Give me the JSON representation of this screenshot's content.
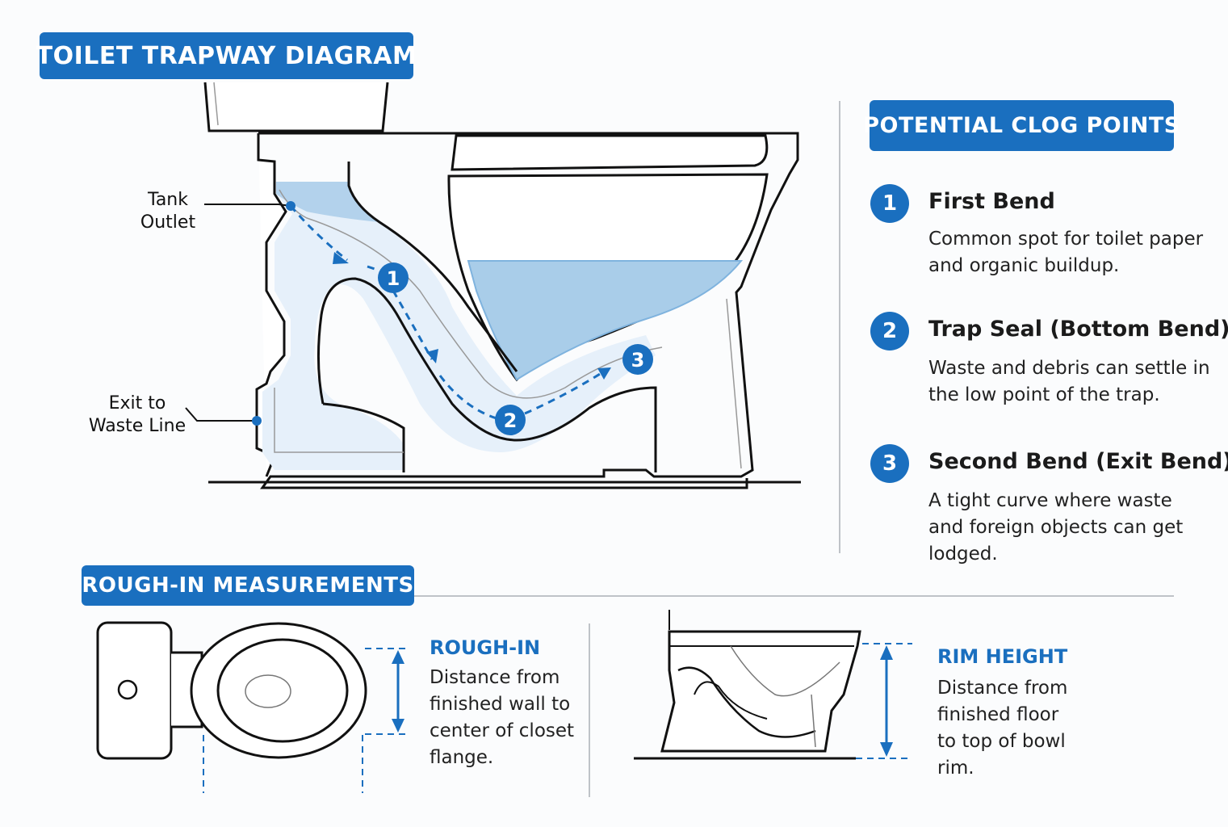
{
  "header": {
    "title": "TOILET TRAPWAY DIAGRAM"
  },
  "diagram": {
    "labels": {
      "tank_outlet": [
        "Tank",
        "Outlet"
      ],
      "exit_waste": [
        "Exit to",
        "Waste Line"
      ]
    },
    "markers": [
      "1",
      "2",
      "3"
    ],
    "colors": {
      "accent": "#1a6fbf",
      "water": "#a9cde9",
      "trap_fill": "#e6f0fa",
      "line": "#111111"
    }
  },
  "clog_points": {
    "heading": "POTENTIAL CLOG POINTS",
    "items": [
      {
        "num": "1",
        "title": "First Bend",
        "desc": "Common spot for toilet paper and organic buildup."
      },
      {
        "num": "2",
        "title": "Trap Seal (Bottom Bend)",
        "desc": "Waste and debris can settle in the low point of the trap."
      },
      {
        "num": "3",
        "title": "Second Bend (Exit Bend)",
        "desc": "A tight curve where waste and foreign objects can get lodged."
      }
    ]
  },
  "rough_in": {
    "heading": "ROUGH-IN MEASUREMENTS",
    "rough": {
      "title": "ROUGH-IN",
      "desc": "Distance from finished wall to center of closet flange."
    },
    "rim": {
      "title": "RIM HEIGHT",
      "desc": "Distance from finished floor to top of bowl rim."
    }
  }
}
